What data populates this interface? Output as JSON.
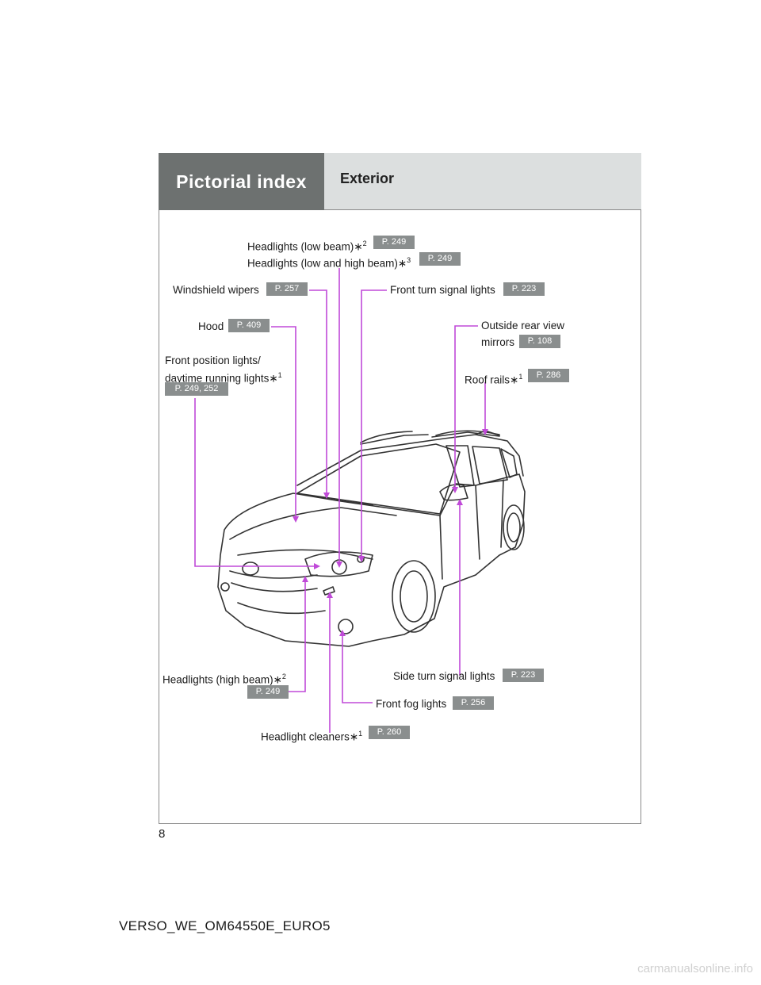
{
  "header": {
    "left_title": "Pictorial index",
    "right_title": "Exterior"
  },
  "labels": {
    "headlights_low": {
      "text": "Headlights (low beam)",
      "mark": "∗",
      "sup": "2",
      "page": "P. 249"
    },
    "headlights_low_high": {
      "text": "Headlights (low and high beam)",
      "mark": "∗",
      "sup": "3",
      "page": "P. 249"
    },
    "windshield_wipers": {
      "text": "Windshield wipers",
      "page": "P. 257"
    },
    "front_turn_signal": {
      "text": "Front turn signal lights",
      "page": "P. 223"
    },
    "hood": {
      "text": "Hood",
      "page": "P. 409"
    },
    "outside_mirrors": {
      "line1": "Outside rear view",
      "line2": "mirrors",
      "page": "P. 108"
    },
    "front_position": {
      "line1": "Front position lights/",
      "line2": "daytime running lights",
      "mark": "∗",
      "sup": "1",
      "page": "P. 249, 252"
    },
    "roof_rails": {
      "text": "Roof rails",
      "mark": "∗",
      "sup": "1",
      "page": "P. 286"
    },
    "headlights_high": {
      "text": "Headlights (high beam)",
      "mark": "∗",
      "sup": "2",
      "page": "P. 249"
    },
    "side_turn_signal": {
      "text": "Side turn signal lights",
      "page": "P. 223"
    },
    "front_fog": {
      "text": "Front fog lights",
      "page": "P. 256"
    },
    "headlight_cleaners": {
      "text": "Headlight cleaners",
      "mark": "∗",
      "sup": "1",
      "page": "P. 260"
    }
  },
  "page_number": "8",
  "document_id": "VERSO_WE_OM64550E_EURO5",
  "watermark": "carmanualsonline.info",
  "colors": {
    "leader": "#c04ad8",
    "header_dark": "#6d7170",
    "header_light": "#dcdfdf",
    "badge": "#8a8e8e"
  }
}
